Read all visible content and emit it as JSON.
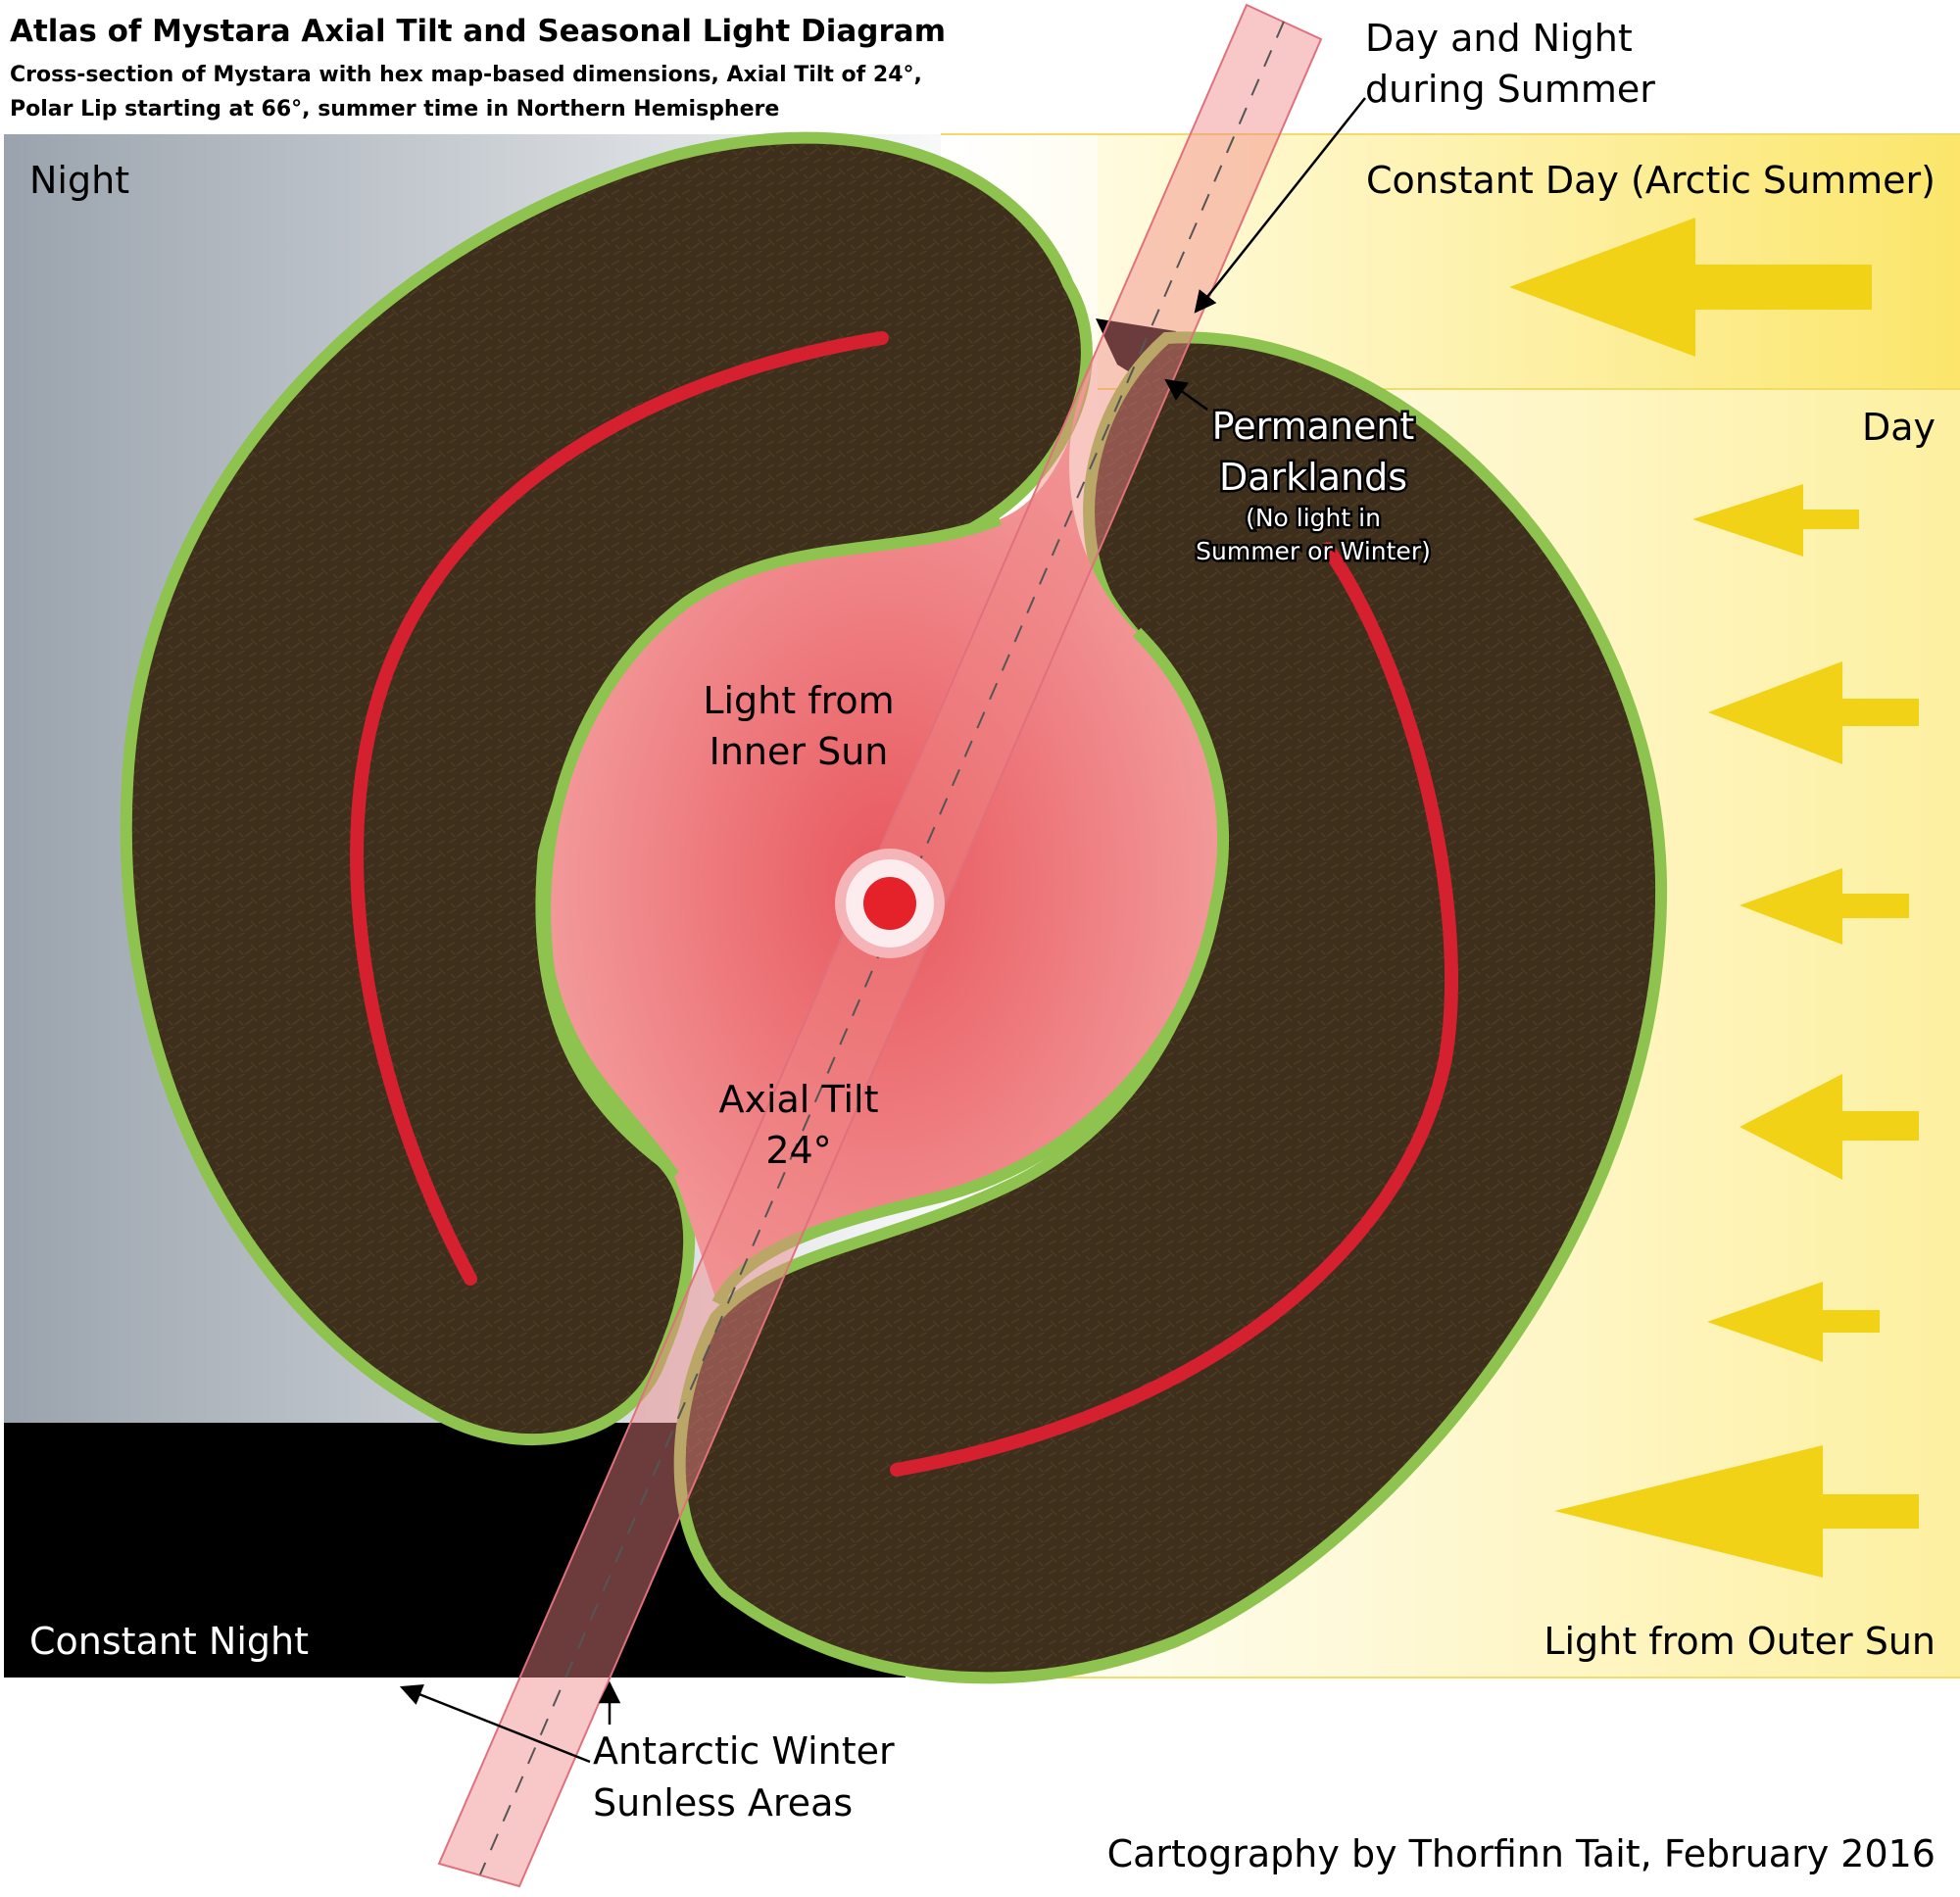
{
  "title": "Atlas of Mystara Axial Tilt and Seasonal Light Diagram",
  "subtitle_lines": [
    "Cross-section of Mystara with hex map-based dimensions, Axial Tilt of 24°,",
    "Polar Lip starting at 66°, summer time in Northern Hemisphere"
  ],
  "labels": {
    "night": "Night",
    "constant_day": "Constant Day (Arctic Summer)",
    "day": "Day",
    "constant_night": "Constant Night",
    "light_outer_sun": "Light from Outer Sun",
    "light_inner_sun": [
      "Light from",
      "Inner Sun"
    ],
    "axial_tilt": [
      "Axial Tilt",
      "24°"
    ],
    "permanent_darklands": [
      "Permanent",
      "Darklands"
    ],
    "darklands_note": [
      "(No light in",
      "Summer or Winter)"
    ],
    "day_night_summer": [
      "Day and Night",
      "during Summer"
    ],
    "antarctic_winter": [
      "Antarctic Winter",
      "Sunless Areas"
    ],
    "credit": "Cartography by Thorfinn Tait, February 2016"
  },
  "colors": {
    "night_gray": "#9aa3ad",
    "day_yellow": "#fdf4b5",
    "arrow_yellow": "#f2d217",
    "land_brown": "#3d2f1c",
    "crust_green": "#8ec350",
    "magma_red": "#d4202f",
    "inner_sun_red": "#e5222a",
    "hollow_pink": "#f08585",
    "constant_night_black": "#000000"
  },
  "axial_tilt_degrees": 24,
  "polar_lip_degrees": 66
}
